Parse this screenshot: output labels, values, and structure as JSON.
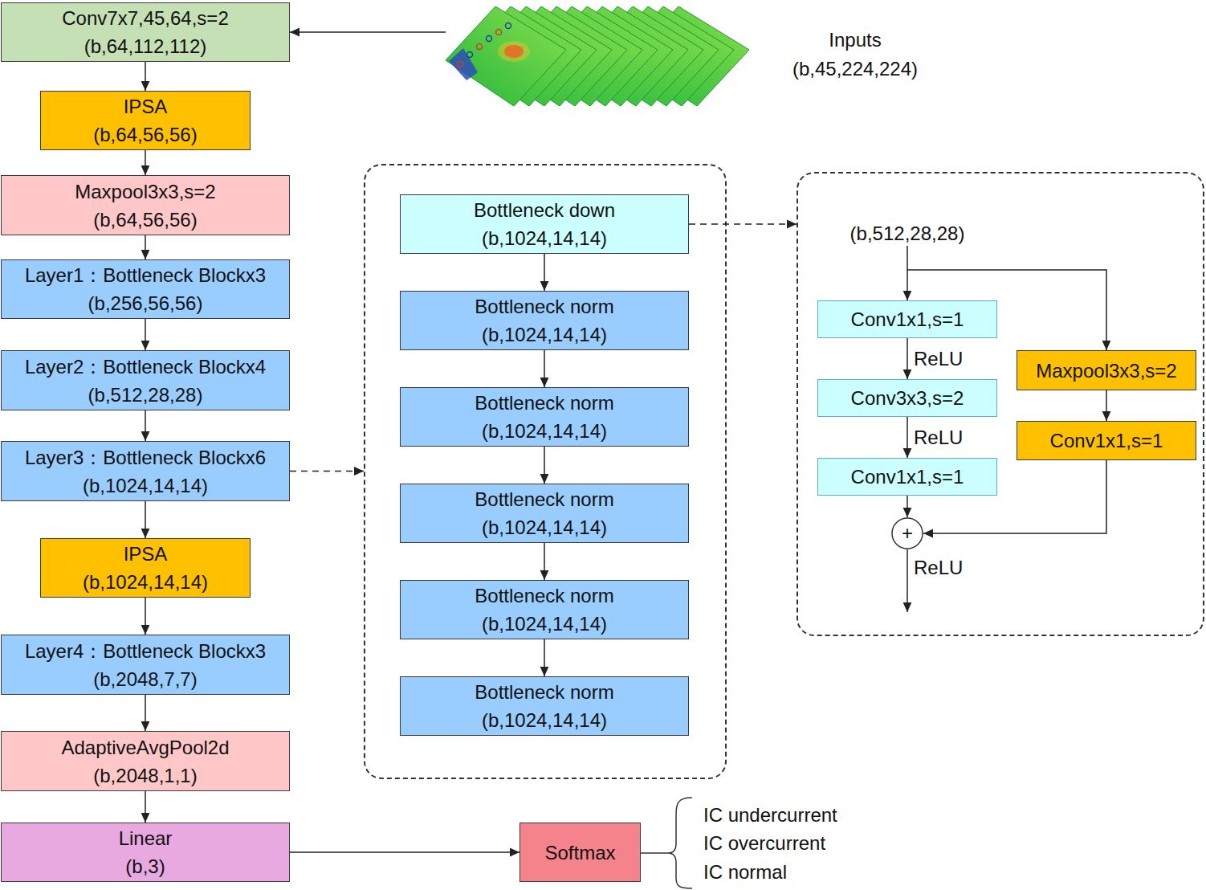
{
  "diagram": {
    "nodes": [
      {
        "text": [
          "Conv7x7,45,64,s=2",
          "(b,64,112,112)"
        ]
      },
      {
        "text": [
          "Inputs",
          "(b,45,224,224)"
        ]
      },
      {
        "text": [
          "IPSA",
          "(b,64,56,56)"
        ]
      },
      {
        "text": [
          "Maxpool3x3,s=2",
          "(b,64,56,56)"
        ]
      },
      {
        "text": [
          "Layer1：Bottleneck Blockx3",
          "(b,256,56,56)"
        ]
      },
      {
        "text": [
          "Layer2：Bottleneck Blockx4",
          "(b,512,28,28)"
        ]
      },
      {
        "text": [
          "Layer3：Bottleneck Blockx6",
          "(b,1024,14,14)"
        ]
      },
      {
        "text": [
          "IPSA",
          "(b,1024,14,14)"
        ]
      },
      {
        "text": [
          "Layer4：Bottleneck Blockx3",
          "(b,2048,7,7)"
        ]
      },
      {
        "text": [
          "AdaptiveAvgPool2d",
          "(b,2048,1,1)"
        ]
      },
      {
        "text": [
          "Linear",
          "(b,3)"
        ]
      },
      {
        "text": [
          "Softmax"
        ]
      },
      {
        "text": []
      },
      {
        "text": [
          "Bottleneck down",
          "(b,1024,14,14)"
        ],
        "in": 12
      },
      {
        "text": [
          "Bottleneck norm",
          "(b,1024,14,14)"
        ],
        "in": 12
      },
      {
        "text": [
          "Bottleneck norm",
          "(b,1024,14,14)"
        ],
        "in": 12
      },
      {
        "text": [
          "Bottleneck norm",
          "(b,1024,14,14)"
        ],
        "in": 12
      },
      {
        "text": [
          "Bottleneck norm",
          "(b,1024,14,14)"
        ],
        "in": 12
      },
      {
        "text": [
          "Bottleneck norm",
          "(b,1024,14,14)"
        ],
        "in": 12
      },
      {
        "text": []
      },
      {
        "text": [
          "Conv1x1,s=1"
        ],
        "in": 19
      },
      {
        "text": [
          "Conv3x3,s=2"
        ],
        "in": 19
      },
      {
        "text": [
          "Conv1x1,s=1"
        ],
        "in": 19
      },
      {
        "text": [
          "Maxpool3x3,s=2"
        ],
        "in": 19
      },
      {
        "text": [
          "Conv1x1,s=1"
        ],
        "in": 19
      },
      {
        "text": [
          "+"
        ],
        "in": 19
      }
    ],
    "edges": [
      {
        "from": 1,
        "to": 0,
        "arrow": "to"
      },
      {
        "from": 0,
        "to": 2,
        "arrow": "to"
      },
      {
        "from": 2,
        "to": 3,
        "arrow": "to"
      },
      {
        "from": 3,
        "to": 4,
        "arrow": "to"
      },
      {
        "from": 4,
        "to": 5,
        "arrow": "to"
      },
      {
        "from": 5,
        "to": 6,
        "arrow": "to"
      },
      {
        "from": 6,
        "to": 7,
        "arrow": "to"
      },
      {
        "from": 7,
        "to": 8,
        "arrow": "to"
      },
      {
        "from": 8,
        "to": 9,
        "arrow": "to"
      },
      {
        "from": 9,
        "to": 10,
        "arrow": "to"
      },
      {
        "from": 10,
        "to": 11,
        "arrow": "to"
      },
      {
        "from": 6,
        "to": 12,
        "arrow": "to"
      },
      {
        "from": 13,
        "to": 14,
        "arrow": "to"
      },
      {
        "from": 14,
        "to": 15,
        "arrow": "to"
      },
      {
        "from": 15,
        "to": 16,
        "arrow": "to"
      },
      {
        "from": 16,
        "to": 17,
        "arrow": "to"
      },
      {
        "from": 17,
        "to": 18,
        "arrow": "to"
      },
      {
        "from": 13,
        "to": 19,
        "arrow": "to"
      },
      {
        "from": 20,
        "to": 21,
        "label": "ReLU",
        "arrow": "to"
      },
      {
        "from": 21,
        "to": 22,
        "label": "ReLU",
        "arrow": "to"
      },
      {
        "from": 22,
        "to": 25,
        "arrow": "to"
      },
      {
        "from": 23,
        "to": 24,
        "arrow": "to"
      },
      {
        "from": 24,
        "to": 25,
        "arrow": "to"
      }
    ],
    "labels": [
      "(b,512,28,28)",
      "ReLU",
      "IC undercurrent",
      "IC overcurrent",
      "IC normal"
    ]
  }
}
